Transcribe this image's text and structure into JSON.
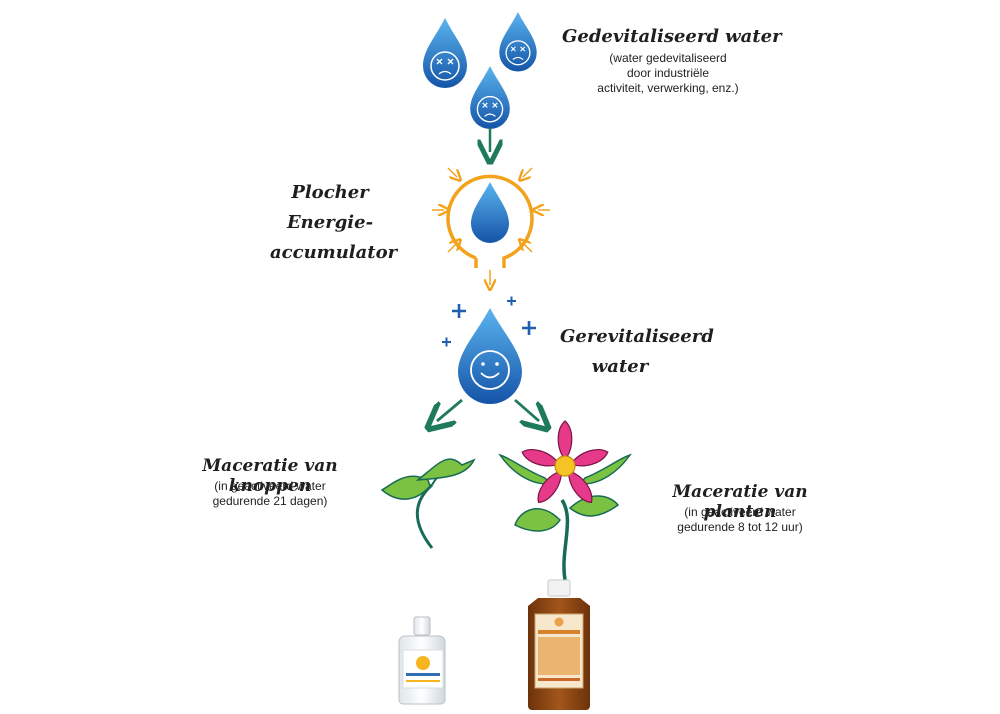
{
  "devitalized": {
    "title": "Gedevitaliseerd water",
    "sub1": "(water gedevitaliseerd",
    "sub2": "door industriële",
    "sub3": "activiteit, verwerking, enz.)"
  },
  "accumulator": {
    "line1": "Plocher",
    "line2": "Energie-",
    "line3": "accumulator"
  },
  "revitalized": {
    "line1": "Gerevitaliseerd",
    "line2": "water"
  },
  "buds": {
    "title": "Maceratie van knoppen",
    "sub1": "(in geactiveerd water",
    "sub2": "gedurende 21 dagen)"
  },
  "plants": {
    "title": "Maceratie van planten",
    "sub1": "(in geactiveerd water",
    "sub2": "gedurende 8 tot 12 uur)"
  },
  "colors": {
    "arrow": "#1f7a5c",
    "accumulator": "#f3a21b",
    "drop_dark": "#1554a8",
    "drop_light": "#4aa3e6",
    "plus": "#1e5fb0",
    "leaf": "#7cc242",
    "stem": "#176b57",
    "petal": "#e6398a",
    "bottle_amber": "#8a4412"
  }
}
